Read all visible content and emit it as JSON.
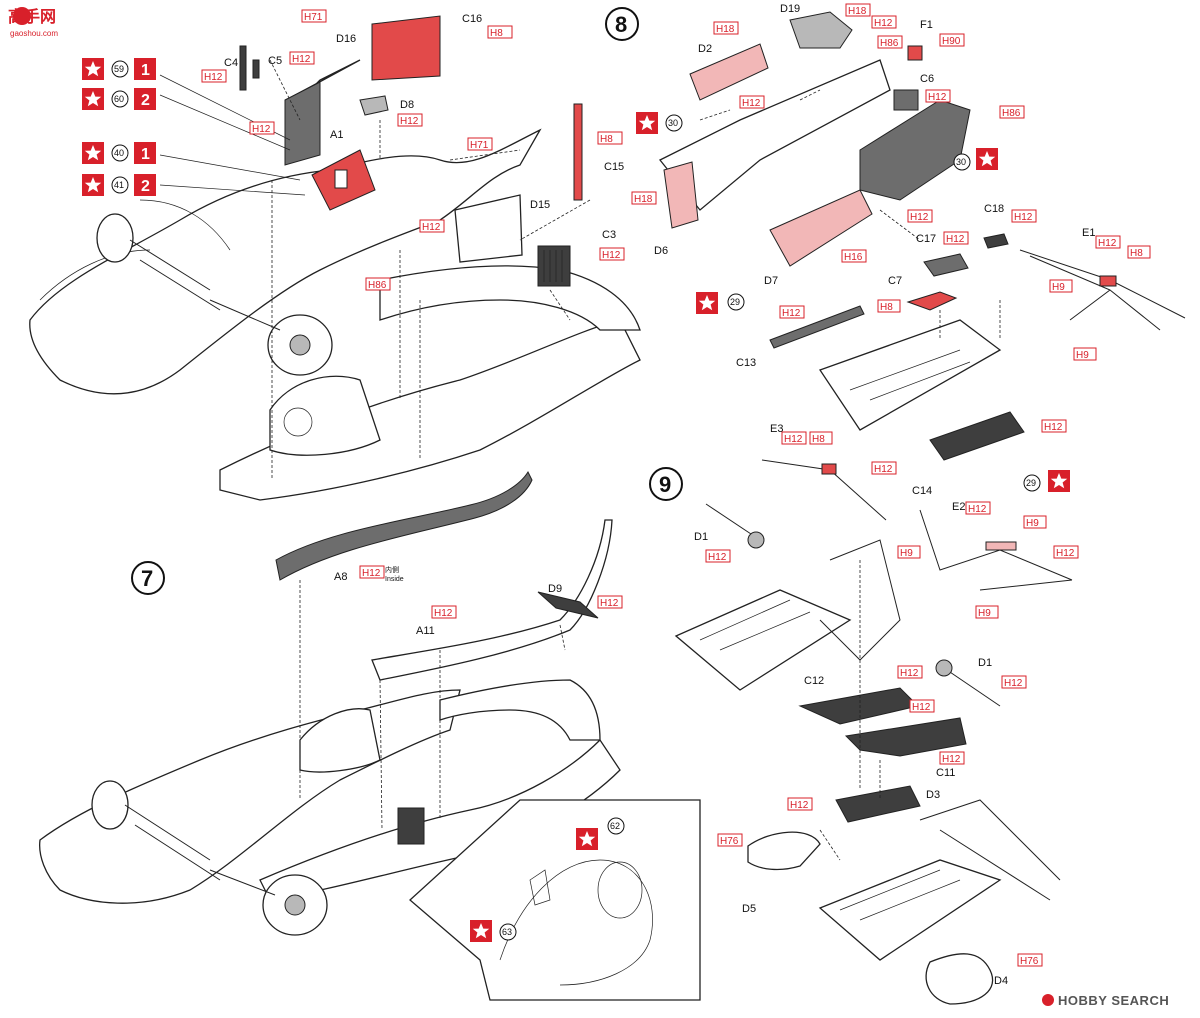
{
  "watermark": {
    "top_left_text": "高手网",
    "top_left_sub": "gaoshou.com",
    "bottom_right_text": "HOBBY SEARCH"
  },
  "steps": [
    "7",
    "8",
    "9"
  ],
  "callouts": {
    "c59": "59",
    "c60": "60",
    "c40": "40",
    "c41": "41",
    "c30a": "30",
    "c30b": "30",
    "c29a": "29",
    "c29b": "29",
    "c62": "62",
    "c63": "63",
    "one": "1",
    "two": "2"
  },
  "parts": {
    "D16": "D16",
    "C16": "C16",
    "C4": "C4",
    "C5": "C5",
    "D8": "D8",
    "A1": "A1",
    "C15": "C15",
    "D15": "D15",
    "C3": "C3",
    "A8": "A8",
    "A11": "A11",
    "D9": "D9",
    "D19": "D19",
    "D2": "D2",
    "F1": "F1",
    "C6": "C6",
    "D6": "D6",
    "D7": "D7",
    "C18": "C18",
    "C17": "C17",
    "E1": "E1",
    "C7": "C7",
    "C13": "C13",
    "C14": "C14",
    "E3": "E3",
    "D1a": "D1",
    "D1b": "D1",
    "E2": "E2",
    "C12": "C12",
    "C11": "C11",
    "D3": "D3",
    "D5": "D5",
    "D4": "D4"
  },
  "colors": {
    "H8": "H8",
    "H9": "H9",
    "H12": "H12",
    "H18": "H18",
    "H16": "H16",
    "H71": "H71",
    "H76": "H76",
    "H86": "H86",
    "H90": "H90"
  },
  "inside_note": {
    "jp": "内側",
    "en": "Inside"
  },
  "palette": {
    "accent_red": "#d8202a",
    "part_red": "#e24a4a",
    "part_pink": "#f2b7b7",
    "part_grey": "#6d6d6d"
  }
}
